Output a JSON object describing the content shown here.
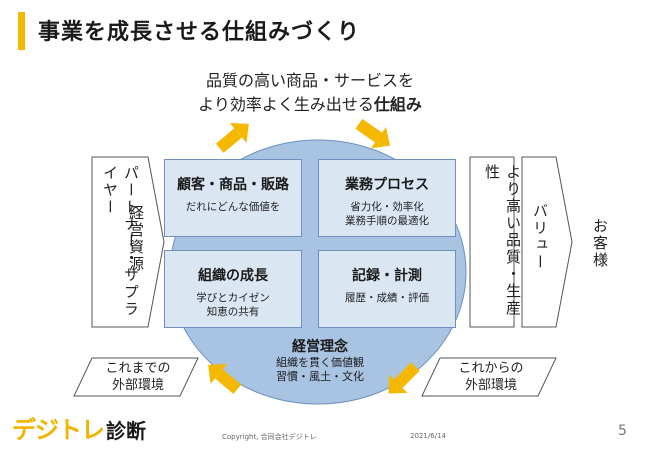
{
  "slide": {
    "title": "事業を成長させる仕組みづくり",
    "headline_line1": "品質の高い商品・サービスを",
    "headline_line2_prefix": "より効率よく生み出せる",
    "headline_line2_strong": "仕組み",
    "quadrants": [
      {
        "title": "顧客・商品・販路",
        "subs": [
          "だれにどんな価値を"
        ]
      },
      {
        "title": "業務プロセス",
        "subs": [
          "省力化・効率化",
          "業務手順の最適化"
        ]
      },
      {
        "title": "組織の成長",
        "subs": [
          "学びとカイゼン",
          "知恵の共有"
        ]
      },
      {
        "title": "記録・計測",
        "subs": [
          "履歴・成績・評価"
        ]
      }
    ],
    "center_title": "経営理念",
    "center_subs": [
      "組織を貫く価値観",
      "習慣・風土・文化"
    ],
    "left_banner_col1": "パートナー・サプライヤー",
    "left_banner_col2": "経営資源",
    "right_box1": "より高い品質・生産性",
    "right_box2": "バリュー",
    "right_box3": "お客様",
    "outer_left": [
      "これまでの",
      "外部環境"
    ],
    "outer_right": [
      "これからの",
      "外部環境"
    ],
    "logo_main": "デジトレ",
    "logo_sub": "診断",
    "copyright": "Copyright, 合同会社デジトレ",
    "date": "2021/6/14",
    "page_number": "5",
    "colors": {
      "accent": "#f5b800",
      "box_fill": "#dbe6f3",
      "box_border": "#6d90bd",
      "circle_fill": "#a9c4e2",
      "arrow": "#f5b800"
    }
  }
}
